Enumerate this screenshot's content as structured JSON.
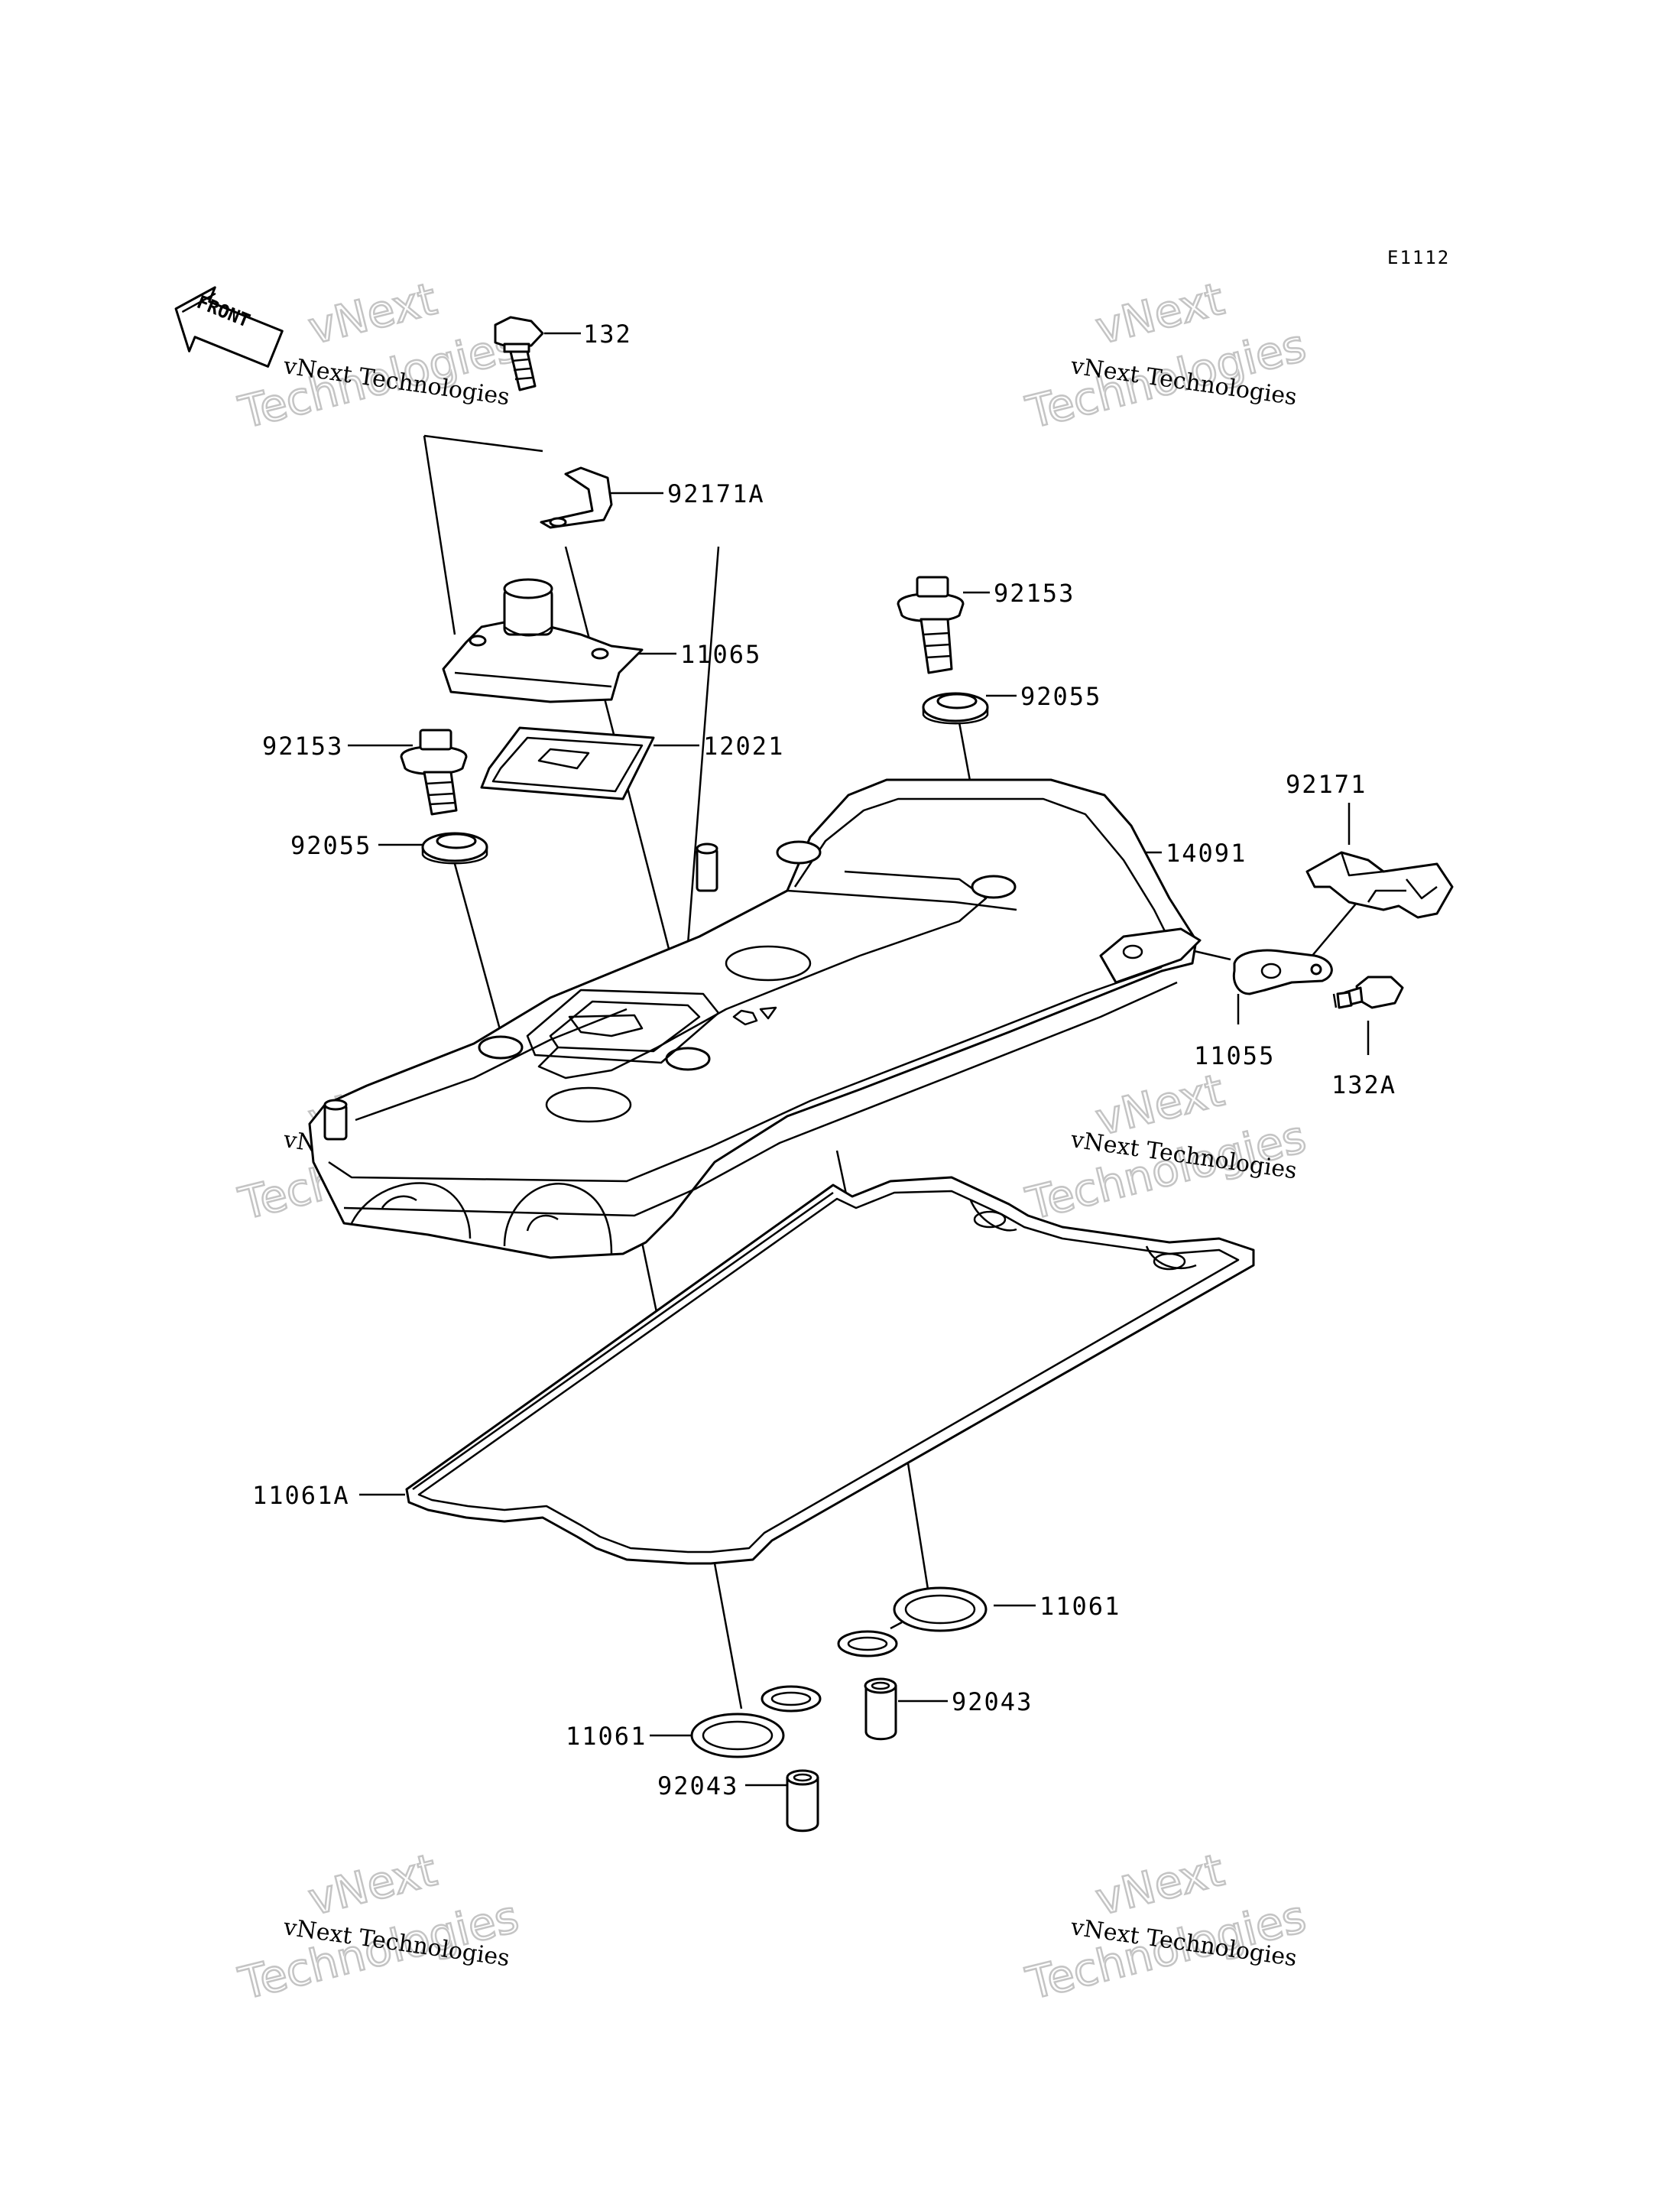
{
  "diagram": {
    "code": "E1112",
    "front_label": "FRONT",
    "watermark": {
      "line_small": "vNext Technologies",
      "line_a": "vNext",
      "line_b": "Technologies"
    },
    "parts": {
      "p132": "132",
      "p92171A": "92171A",
      "p11065": "11065",
      "p92153_right": "92153",
      "p92055_right": "92055",
      "p92153_left": "92153",
      "p12021": "12021",
      "p92055_left": "92055",
      "p14091": "14091",
      "p92171": "92171",
      "p11055": "11055",
      "p132A": "132A",
      "p11061A": "11061A",
      "p11061_right": "11061",
      "p92043_right": "92043",
      "p11061_left": "11061",
      "p92043_left": "92043"
    }
  }
}
